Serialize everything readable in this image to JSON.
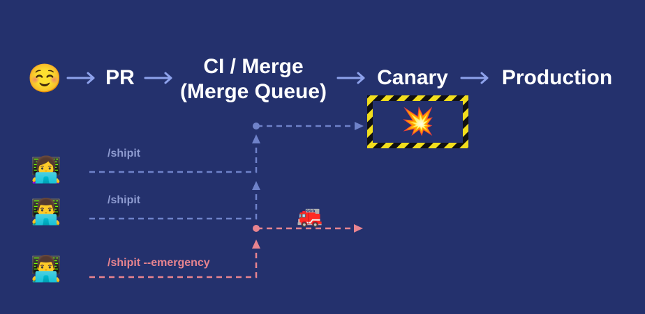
{
  "pipeline": {
    "start_emoji": "☺️",
    "stages": [
      {
        "label": "PR"
      },
      {
        "label_line1": "CI / Merge",
        "label_line2": "(Merge Queue)"
      },
      {
        "label": "Canary"
      },
      {
        "label": "Production"
      }
    ]
  },
  "canary_box": {
    "explosion_emoji": "💥"
  },
  "developers": [
    {
      "avatar_emoji": "👩‍💻",
      "command": "/shipit"
    },
    {
      "avatar_emoji": "👨‍💻",
      "command": "/shipit"
    },
    {
      "avatar_emoji": "👨‍💻",
      "command": "/shipit --emergency"
    }
  ],
  "emergency_vehicle_emoji": "🚒",
  "colors": {
    "background": "#24316d",
    "text": "#ffffff",
    "arrow": "#8ea2ec",
    "normal_path": "#6f82c9",
    "normal_label": "#8e9bd0",
    "emergency_path": "#e8848f",
    "hazard_yellow": "#f2de1c",
    "hazard_black": "#111111"
  }
}
